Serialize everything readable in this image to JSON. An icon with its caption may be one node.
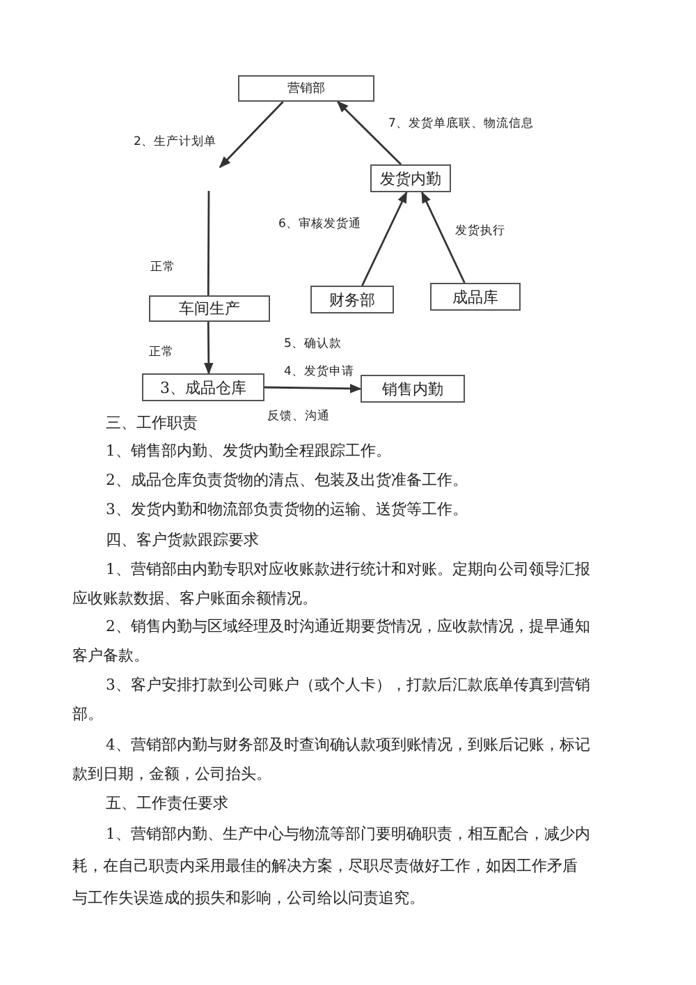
{
  "diagram": {
    "nodes": [
      {
        "text": [
          "营销部"
        ]
      },
      {
        "text": [
          "发货内勤"
        ]
      },
      {
        "text": [
          "财务部"
        ]
      },
      {
        "text": [
          "成品库"
        ]
      },
      {
        "text": [
          "车间生产"
        ]
      },
      {
        "text": [
          "3、成品仓库"
        ]
      },
      {
        "text": [
          "销售内勤"
        ]
      }
    ],
    "edges": [
      {
        "from": 0,
        "to": null,
        "arrow": "to",
        "label": "2、生产计划单"
      },
      {
        "from": null,
        "to": 4,
        "arrow": "none",
        "label": "正常"
      },
      {
        "from": 4,
        "to": 5,
        "arrow": "to",
        "label": "正常"
      },
      {
        "from": 1,
        "to": 0,
        "arrow": "to",
        "label": "7、发货单底联、物流信息"
      },
      {
        "from": 2,
        "to": 1,
        "arrow": "to",
        "label": "6、审核发货通"
      },
      {
        "from": 3,
        "to": 1,
        "arrow": "to",
        "label": "发货执行"
      },
      {
        "from": 5,
        "to": 6,
        "arrow": "to",
        "label": "4、发货申请"
      }
    ],
    "labels": [
      "5、确认款",
      "反馈、沟通",
      "三、工作职责",
      "1、销售部内勤、发货内勤全程跟踪工作。",
      "2、成品仓库负责货物的清点、包装及出货准备工作。",
      "3、发货内勤和物流部负责货物的运输、送货等工作。",
      "四、客户货款跟踪要求",
      "1、营销部由内勤专职对应收账款进行统计和对账。定期向公司领导汇报应收账款数据、客户账面余额情况。",
      "2、销售内勤与区域经理及时沟通近期要货情况，应收款情况，提早通知客户备款。",
      "3、客户安排打款到公司账户（或个人卡），打款后汇款底单传真到营销部。",
      "4、营销部内勤与财务部及时查询确认款项到账情况，到账后记账，标记款到日期，金额，公司抬头。",
      "五、工作责任要求",
      "1、营销部内勤、生产中心与物流等部门要明确职责，相互配合，减少内耗，在自己职责内采用最佳的解决方案，尽职尽责做好工作，如因工作矛盾与工作失误造成的损失和影响，公司给以问责追究。"
    ]
  }
}
